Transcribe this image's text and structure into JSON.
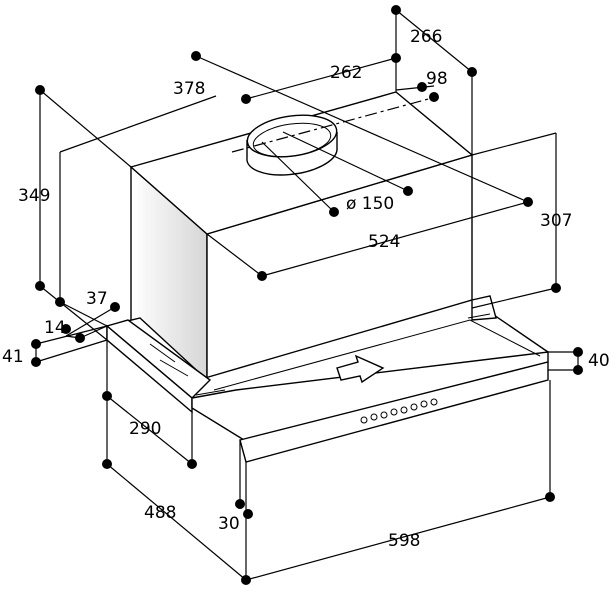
{
  "diagram": {
    "dimensions": {
      "d266": "266",
      "d262": "262",
      "d98": "98",
      "d378": "378",
      "d349": "349",
      "d150": "ø 150",
      "d307": "307",
      "d524": "524",
      "d37": "37",
      "d14": "14",
      "d41": "41",
      "d40": "40",
      "d290": "290",
      "d488": "488",
      "d30": "30",
      "d598": "598"
    }
  }
}
